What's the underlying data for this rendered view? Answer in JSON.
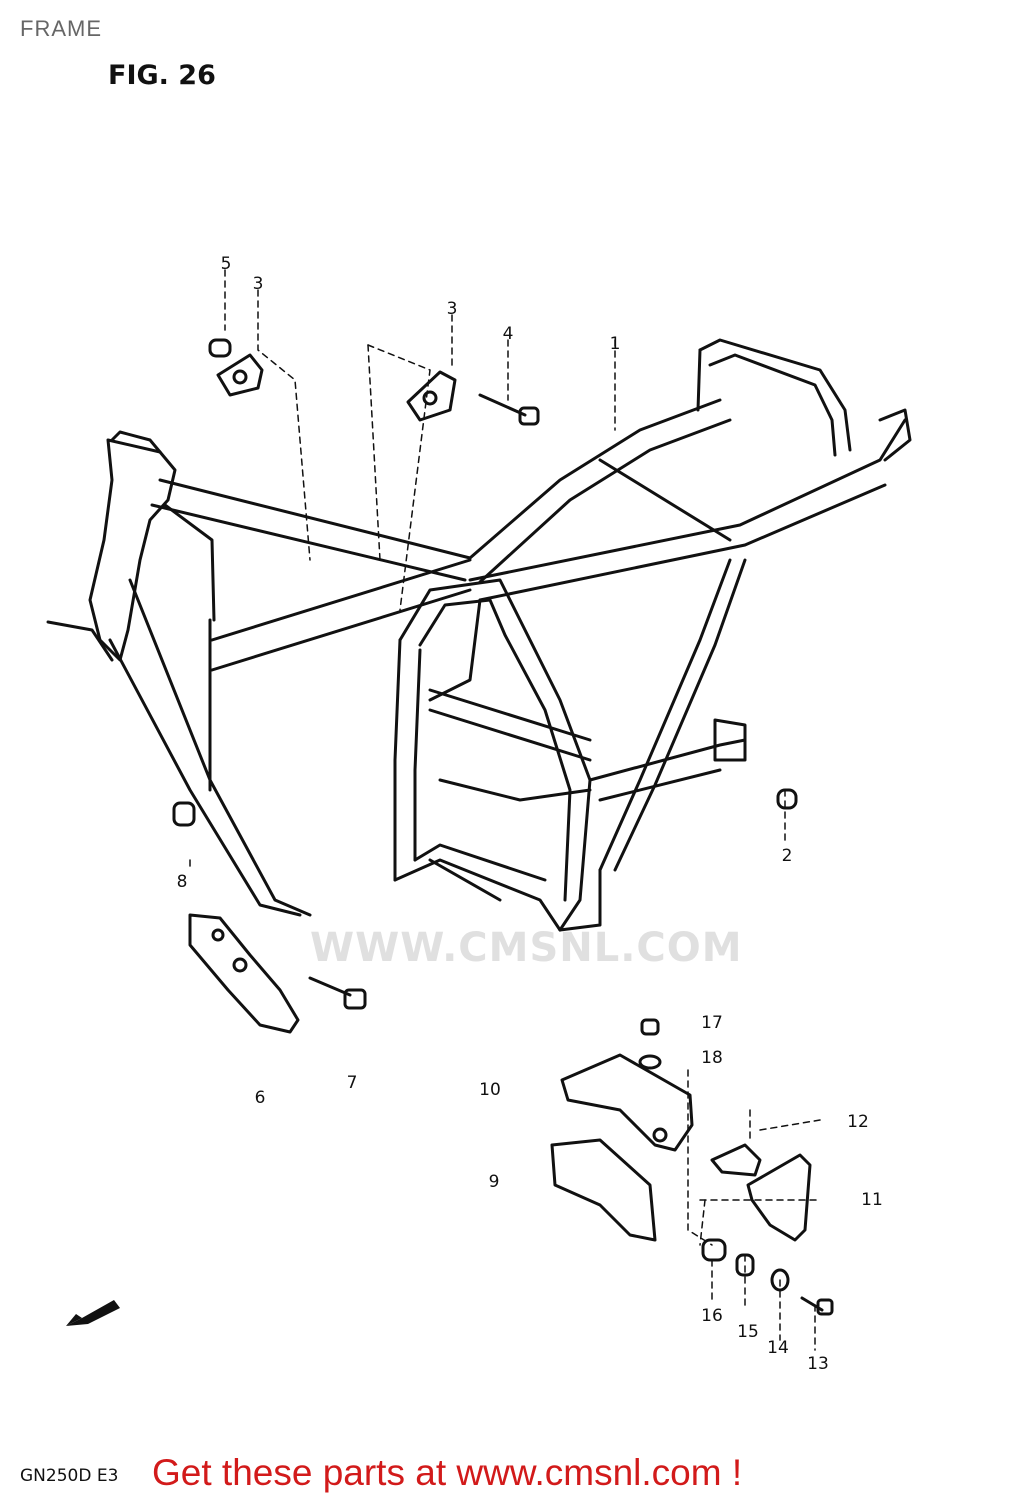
{
  "header": {
    "title": "FRAME",
    "figure": "FIG. 26"
  },
  "watermark": "WWW.CMSNL.COM",
  "callouts": [
    "1",
    "2",
    "3",
    "3",
    "4",
    "5",
    "6",
    "7",
    "8",
    "9",
    "10",
    "11",
    "12",
    "13",
    "14",
    "15",
    "16",
    "17",
    "18"
  ],
  "footer": {
    "model_code": "GN250D E3",
    "cta": "Get these parts at www.cmsnl.com !"
  },
  "colors": {
    "cta": "#d21a1a",
    "line": "#111111",
    "watermark": "#e0e0e0"
  },
  "icons": {
    "forward": "fwd-arrow-icon"
  }
}
